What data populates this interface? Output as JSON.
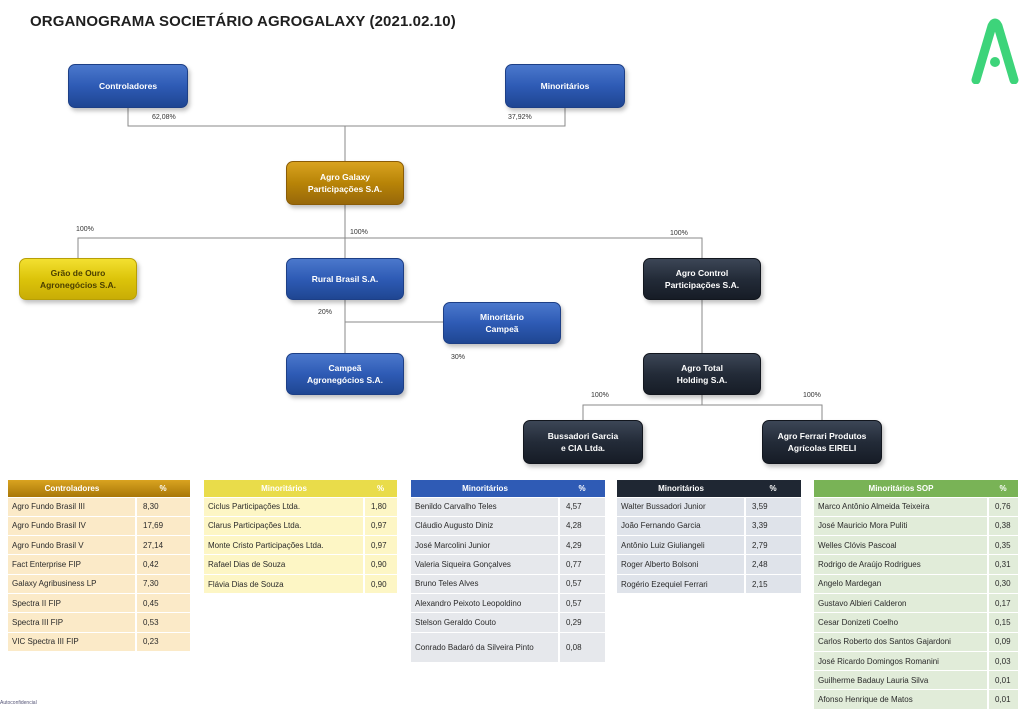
{
  "title": "ORGANOGRAMA SOCIETÁRIO AGROGALAXY (2021.02.10)",
  "logo": {
    "icon": "agrogalaxy-a-logo",
    "color": "#3dd47a"
  },
  "nodes": {
    "controladores": "Controladores",
    "minoritarios": "Minoritários",
    "agro_galaxy": "Agro Galaxy\nParticipações S.A.",
    "grao_de_ouro": "Grão de Ouro\nAgronegócios S.A.",
    "rural_brasil": "Rural Brasil S.A.",
    "agro_control": "Agro Control\nParticipações S.A.",
    "minoritario_campea": "Minoritário\nCampeã",
    "campea": "Campeã\nAgronegócios S.A.",
    "agro_total": "Agro Total\nHolding S.A.",
    "bussadori": "Bussadori Garcia\ne CIA Ltda.",
    "agro_ferrari": "Agro Ferrari Produtos\nAgrícolas EIRELI"
  },
  "percentages": {
    "controladores": "62,08%",
    "minoritarios": "37,92%",
    "grao_de_ouro": "100%",
    "rural_brasil": "100%",
    "agro_control": "100%",
    "rural_to_campea": "20%",
    "minoritario_to_campea": "30%",
    "bussadori": "100%",
    "agro_ferrari": "100%"
  },
  "tables": {
    "controladores": {
      "header": [
        "Controladores",
        "%"
      ],
      "rows": [
        [
          "Agro Fundo Brasil III",
          "8,30"
        ],
        [
          "Agro Fundo Brasil IV",
          "17,69"
        ],
        [
          "Agro Fundo Brasil V",
          "27,14"
        ],
        [
          "Fact Enterprise FIP",
          "0,42"
        ],
        [
          "Galaxy Agribusiness LP",
          "7,30"
        ],
        [
          "Spectra II FIP",
          "0,45"
        ],
        [
          "Spectra III FIP",
          "0,53"
        ],
        [
          "VIC Spectra III FIP",
          "0,23"
        ]
      ]
    },
    "minoritarios_1": {
      "header": [
        "Minoritários",
        "%"
      ],
      "rows": [
        [
          "Ciclus Participações Ltda.",
          "1,80"
        ],
        [
          "Clarus Participações Ltda.",
          "0,97"
        ],
        [
          "Monte Cristo Participações Ltda.",
          "0,97"
        ],
        [
          "Rafael Dias de Souza",
          "0,90"
        ],
        [
          "Flávia Dias de Souza",
          "0,90"
        ]
      ]
    },
    "minoritarios_2": {
      "header": [
        "Minoritários",
        "%"
      ],
      "rows": [
        [
          "Benildo Carvalho Teles",
          "4,57"
        ],
        [
          "Cláudio Augusto Diniz",
          "4,28"
        ],
        [
          "José Marcolini Junior",
          "4,29"
        ],
        [
          "Valeria Siqueira Gonçalves",
          "0,77"
        ],
        [
          "Bruno Teles Alves",
          "0,57"
        ],
        [
          "Alexandro Peixoto Leopoldino",
          "0,57"
        ],
        [
          "Stelson Geraldo Couto",
          "0,29"
        ],
        [
          "Conrado Badaró da Silveira Pinto",
          "0,08"
        ]
      ]
    },
    "minoritarios_3": {
      "header": [
        "Minoritários",
        "%"
      ],
      "rows": [
        [
          "Walter Bussadori Junior",
          "3,59"
        ],
        [
          "João Fernando Garcia",
          "3,39"
        ],
        [
          "Antônio Luiz Giuliangeli",
          "2,79"
        ],
        [
          "Roger Alberto Bolsoni",
          "2,48"
        ],
        [
          "Rogério Ezequiel Ferrari",
          "2,15"
        ]
      ]
    },
    "minoritarios_sop": {
      "header": [
        "Minoritários SOP",
        "%"
      ],
      "rows": [
        [
          "Marco Antônio Almeida Teixeira",
          "0,76"
        ],
        [
          "José Mauricio Mora Puliti",
          "0,38"
        ],
        [
          "Welles Clóvis Pascoal",
          "0,35"
        ],
        [
          "Rodrigo de Araújo Rodrigues",
          "0,31"
        ],
        [
          "Angelo Mardegan",
          "0,30"
        ],
        [
          "Gustavo Albieri Calderon",
          "0,17"
        ],
        [
          "Cesar Donizeti Coelho",
          "0,15"
        ],
        [
          "Carlos Roberto dos Santos Gajardoni",
          "0,09"
        ],
        [
          "José Ricardo Domingos Romanini",
          "0,03"
        ],
        [
          "Guilherme Badauy Lauria Silva",
          "0,01"
        ],
        [
          "Afonso Henrique de Matos",
          "0,01"
        ]
      ]
    }
  },
  "footer": "Autoconfidencial"
}
